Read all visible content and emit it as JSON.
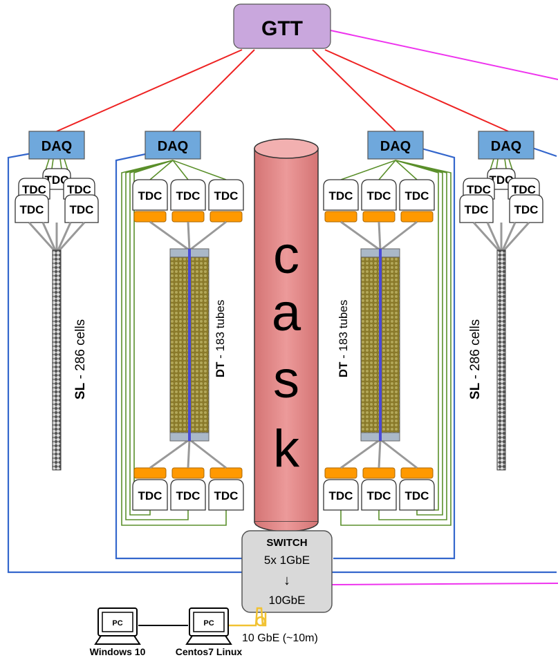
{
  "gtt": {
    "label": "GTT"
  },
  "daq": {
    "label": "DAQ"
  },
  "tdc": {
    "label": "TDC"
  },
  "cask": {
    "letters": [
      "c",
      "a",
      "s",
      "k"
    ]
  },
  "chambers": {
    "sl_label_bold": "SL",
    "sl_label_rest": " - 286 cells",
    "dt_label_bold": "DT",
    "dt_label_rest": " - 183 tubes"
  },
  "switch": {
    "title": "SWITCH",
    "line1": "5x 1GbE",
    "arrow": "↓",
    "line2": "10GbE"
  },
  "link": {
    "label": "10 GbE (~10m)"
  },
  "pcs": [
    {
      "screen": "PC",
      "caption": "Windows 10"
    },
    {
      "screen": "PC",
      "caption": "Centos7 Linux"
    }
  ],
  "colors": {
    "gtt_fill": "#c9a7dd",
    "daq_fill": "#6fa8dc",
    "cask_fill": "#e88e8e",
    "tdc_orange": "#ff9900",
    "red_link": "#ee2222",
    "magenta_link": "#ee33ee",
    "blue_frame": "#3366cc",
    "green_cable": "#5a8f2a",
    "yellow_fiber": "#f1c232"
  }
}
